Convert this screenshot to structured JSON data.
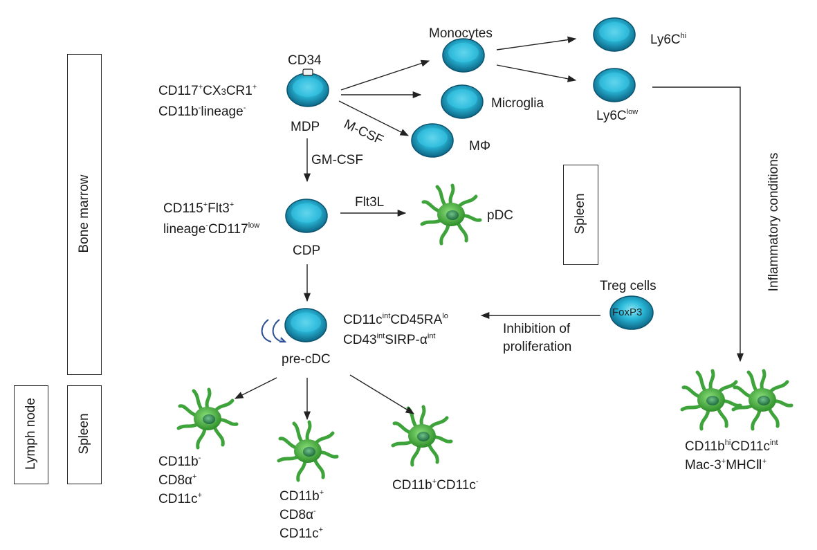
{
  "regions": {
    "bone_marrow": "Bone marrow",
    "spleen_left": "Spleen",
    "lymph_node": "Lymph node",
    "spleen_right": "Spleen",
    "inflammatory": "Inflammatory conditions"
  },
  "cells": {
    "cd34": "CD34",
    "mdp": "MDP",
    "monocytes": "Monocytes",
    "microglia": "Microglia",
    "macrophage": "MΦ",
    "ly6c_hi": {
      "base": "Ly6C",
      "sup": "hi"
    },
    "ly6c_low": {
      "base": "Ly6C",
      "sup": "low"
    },
    "cdp": "CDP",
    "pdc": "pDC",
    "pre_cdc": "pre-cDC",
    "treg": "Treg cells",
    "foxp3": "FoxP3"
  },
  "factors": {
    "mcsf": "M-CSF",
    "gmcsf": "GM-CSF",
    "flt3l": "Flt3L",
    "inhibition_line1": "Inhibition of",
    "inhibition_line2": "proliferation"
  },
  "markers": {
    "mdp_line1": {
      "a": "CD117",
      "a_sup": "+",
      "b": "CX",
      "b_sub": "3",
      "c": "CR1",
      "c_sup": "+"
    },
    "mdp_line2": {
      "a": "CD11b",
      "a_sup": "-",
      "b": "lineage",
      "b_sup": "-"
    },
    "cdp_line1": {
      "a": "CD115",
      "a_sup": "+",
      "b": "Flt3",
      "b_sup": "+"
    },
    "cdp_line2": {
      "a": "lineage",
      "a_sup": "-",
      "b": "CD117",
      "b_sup": "low"
    },
    "pre_line1": {
      "a": "CD11c",
      "a_sup": "int",
      "b": "CD45RA",
      "b_sup": "lo"
    },
    "pre_line2": {
      "a": "CD43",
      "a_sup": "int",
      "b": "SIRP-α",
      "b_sup": "int"
    },
    "dc1": {
      "l1": "CD11b",
      "l1_sup": "-",
      "l2": "CD8α",
      "l2_sup": "+",
      "l3": "CD11c",
      "l3_sup": "+"
    },
    "dc2": {
      "l1": "CD11b",
      "l1_sup": "+",
      "l2": "CD8α",
      "l2_sup": "-",
      "l3": "CD11c",
      "l3_sup": "+"
    },
    "dc3": {
      "a": "CD11b",
      "a_sup": "+",
      "b": "CD11c",
      "b_sup": "-"
    },
    "inflam_line1": {
      "a": "CD11b",
      "a_sup": "hi",
      "b": "CD11c",
      "b_sup": "int"
    },
    "inflam_line2": {
      "a": "Mac-3",
      "a_sup": "+",
      "b": "MHCⅡ",
      "b_sup": "+"
    }
  }
}
